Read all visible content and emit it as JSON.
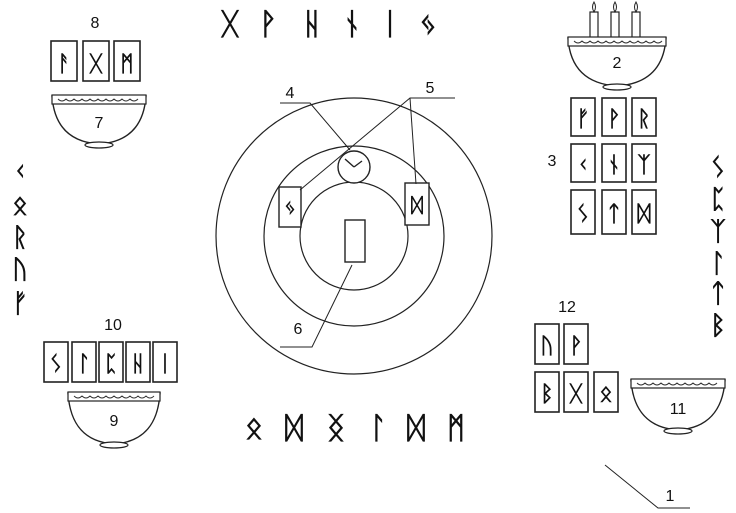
{
  "callouts": {
    "n1": "1",
    "n2": "2",
    "n3": "3",
    "n4": "4",
    "n5": "5",
    "n6": "6",
    "n7": "7",
    "n8": "8",
    "n9": "9",
    "n10": "10",
    "n11": "11",
    "n12": "12"
  },
  "runes": {
    "top_row": [
      "ᚷ",
      "ᚹ",
      "ᚺ",
      "ᚾ",
      "ᛁ",
      "ᛃ"
    ],
    "left_column": [
      "ᚲ",
      "ᛟ",
      "ᚱ",
      "ᚢ",
      "ᚠ"
    ],
    "right_column": [
      "ᛊ",
      "ᛈ",
      "ᛉ",
      "ᛚ",
      "ᛏ",
      "ᛒ"
    ],
    "bottom_row": [
      "ᛟ",
      "ᛞ",
      "ᛝ",
      "ᛚ",
      "ᛞ",
      "ᛗ"
    ],
    "group_8": [
      "ᚨ",
      "ᚷ",
      "ᛗ"
    ],
    "group_3": [
      "ᚠ",
      "ᚹ",
      "ᚱ",
      "ᚲ",
      "ᚾ",
      "ᛉ",
      "ᛊ",
      "ᛏ",
      "ᛞ"
    ],
    "group_10": [
      "ᛊ",
      "ᛚ",
      "ᛈ",
      "ᚺ",
      "ᛁ"
    ],
    "group_12": [
      "ᚢ",
      "ᚹ",
      "ᛒ",
      "ᚷ",
      "ᛟ"
    ],
    "center_left": "ᛃ",
    "center_right": "ᛞ"
  }
}
